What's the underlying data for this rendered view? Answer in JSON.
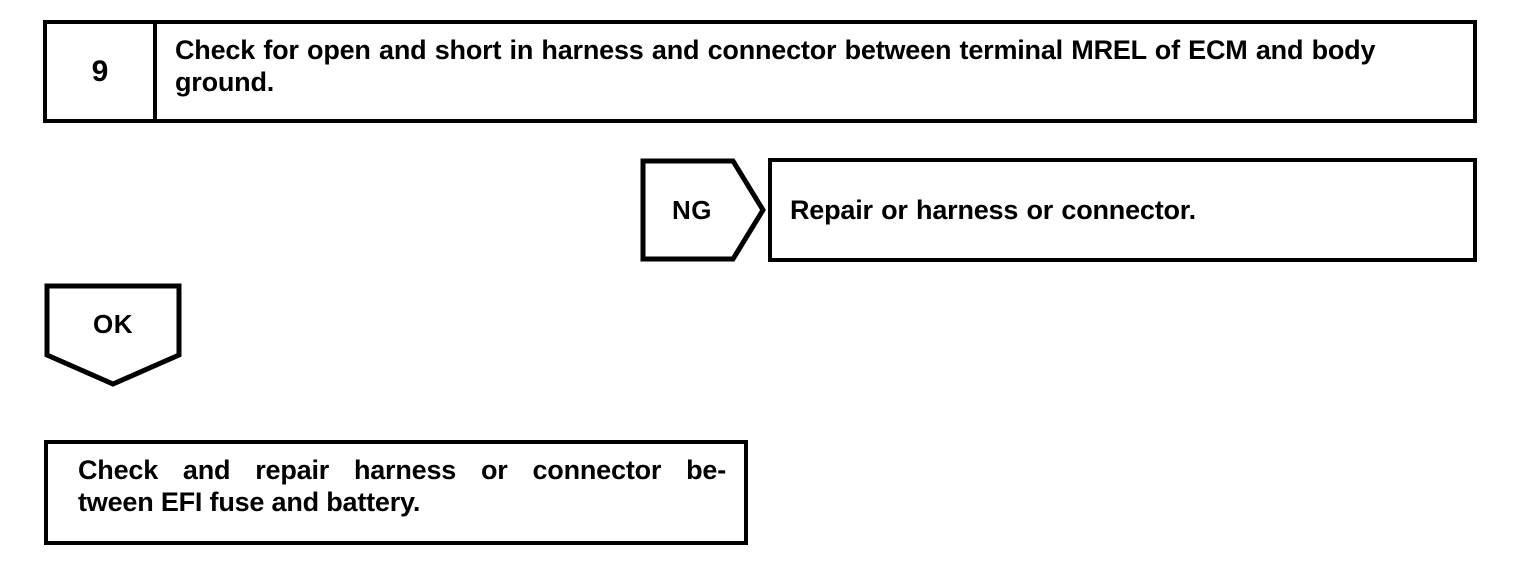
{
  "document": {
    "type": "troubleshooting-flowchart",
    "background_color": "#ffffff",
    "line_color": "#000000"
  },
  "step": {
    "number": "9",
    "instruction": "Check for open and short in harness and connector between terminal MREL of ECM and body ground."
  },
  "branches": {
    "ng": {
      "label": "NG",
      "shape": "pentagon-right-arrow",
      "result": "Repair or harness or connector."
    },
    "ok": {
      "label": "OK",
      "shape": "pentagon-down-arrow"
    }
  },
  "final_action": {
    "line_1": "Check and repair harness or connector be-",
    "line_2": "tween EFI fuse and battery."
  }
}
